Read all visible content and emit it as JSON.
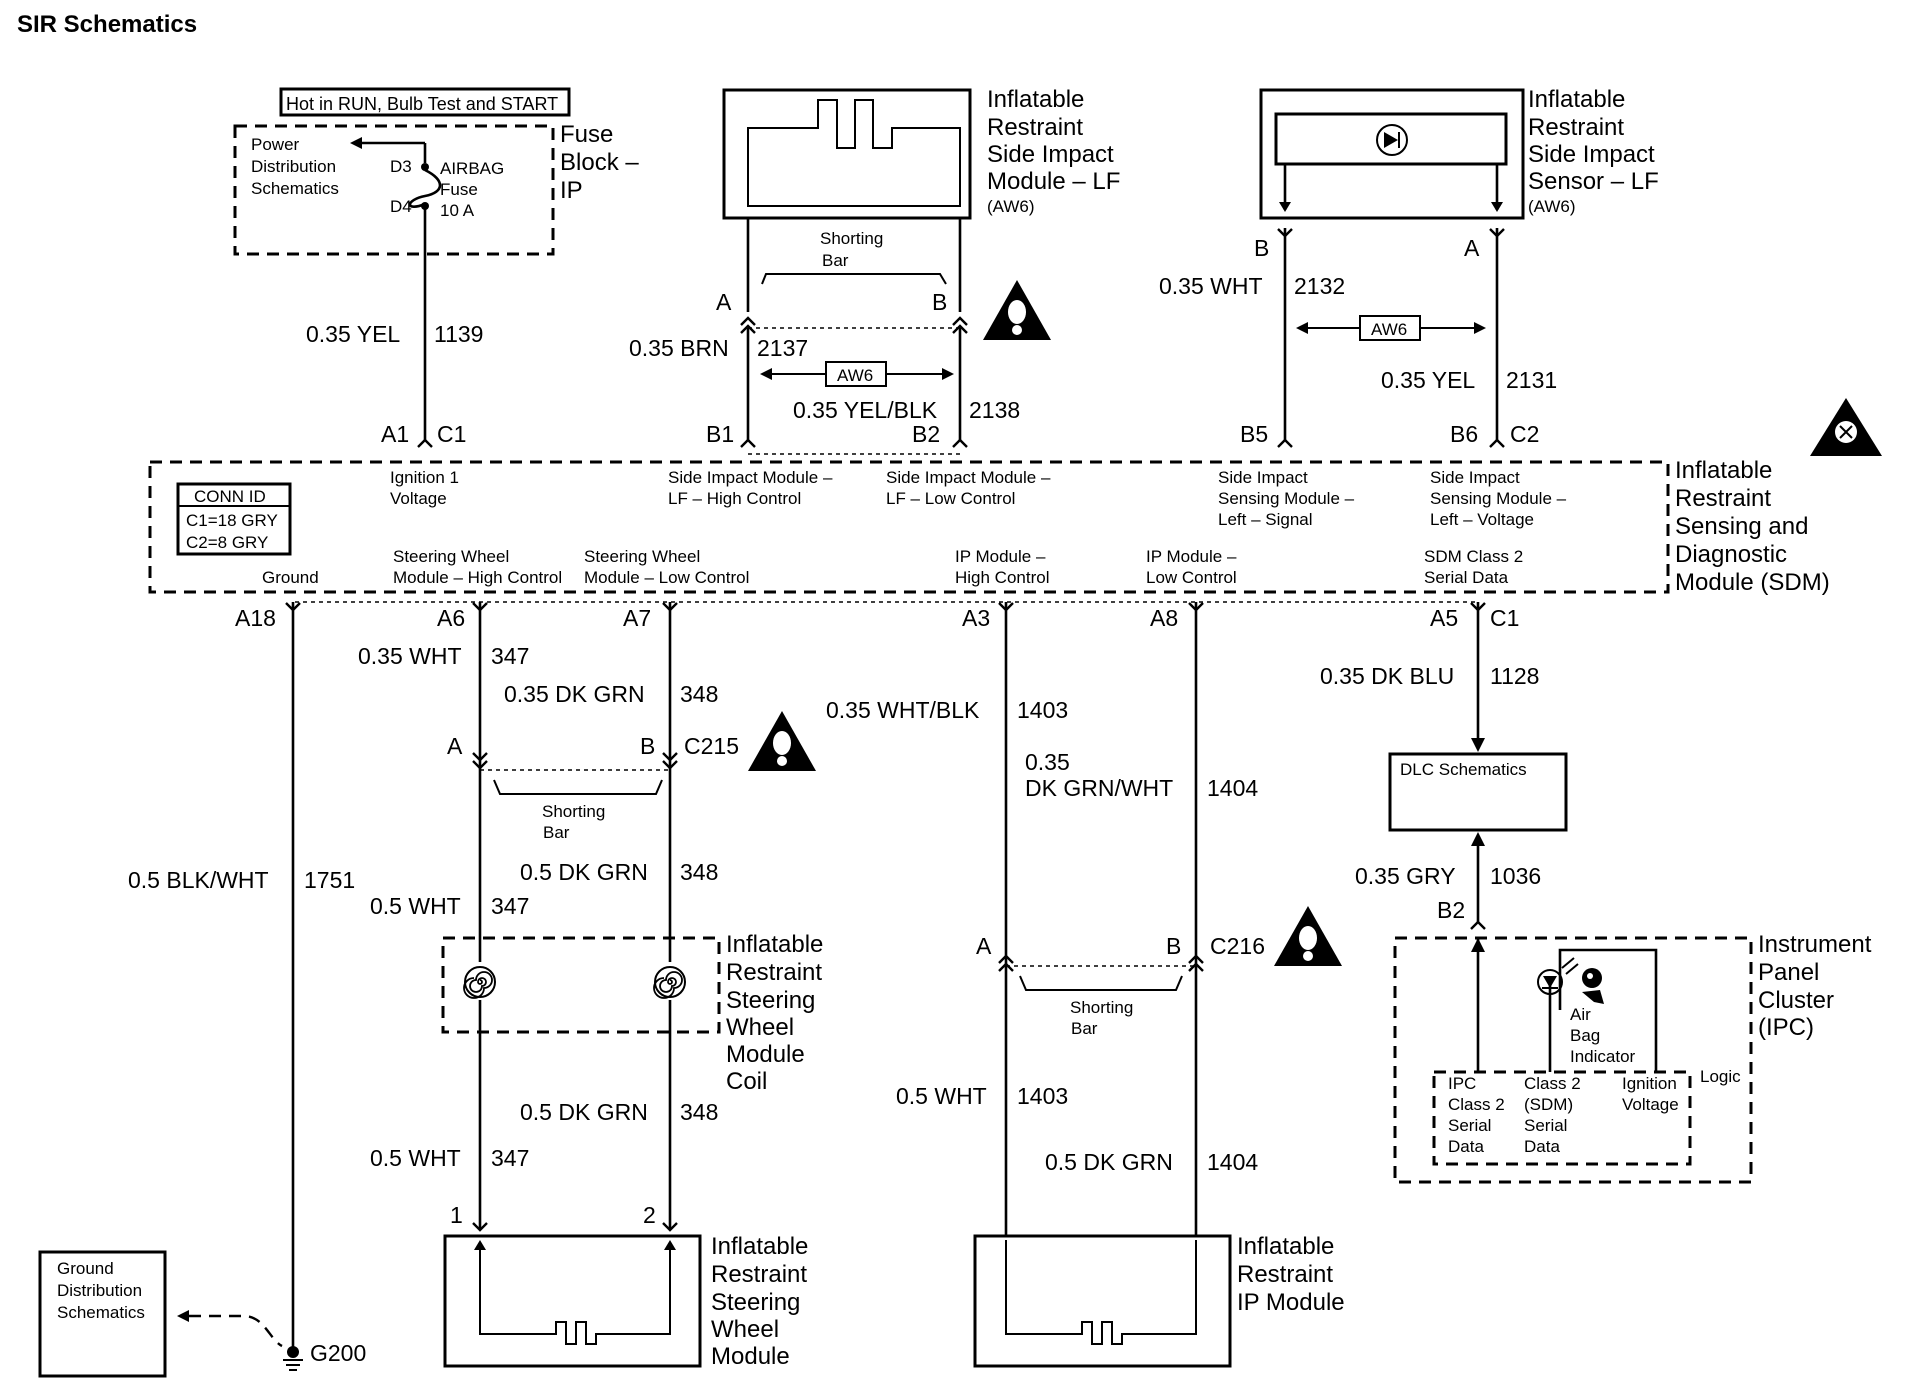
{
  "page": {
    "title": "SIR Schematics"
  },
  "fuse": {
    "hot_label": "Hot in RUN, Bulb Test and START",
    "power_dist": [
      "Power",
      "Distribution",
      "Schematics"
    ],
    "pin_in": "D3",
    "pin_out": "D4",
    "fuse_text": [
      "AIRBAG",
      "Fuse",
      "10 A"
    ],
    "block_name": [
      "Fuse",
      "Block –",
      "IP"
    ]
  },
  "wires": {
    "w1139": {
      "gauge": "0.35 YEL",
      "circuit": "1139"
    },
    "w2137": {
      "gauge": "0.35 BRN",
      "circuit": "2137"
    },
    "w2138": {
      "gauge": "0.35 YEL/BLK",
      "circuit": "2138"
    },
    "w2132": {
      "gauge": "0.35 WHT",
      "circuit": "2132"
    },
    "w2131": {
      "gauge": "0.35 YEL",
      "circuit": "2131"
    },
    "w347a": {
      "gauge": "0.35 WHT",
      "circuit": "347"
    },
    "w348a": {
      "gauge": "0.35 DK GRN",
      "circuit": "348"
    },
    "w1403a": {
      "gauge": "0.35 WHT/BLK",
      "circuit": "1403"
    },
    "w1404a": {
      "gauge_line1": "0.35",
      "gauge_line2": "DK GRN/WHT",
      "circuit": "1404"
    },
    "w1128": {
      "gauge": "0.35 DK BLU",
      "circuit": "1128"
    },
    "w1751": {
      "gauge": "0.5 BLK/WHT",
      "circuit": "1751"
    },
    "w348b": {
      "gauge": "0.5 DK GRN",
      "circuit": "348"
    },
    "w347b": {
      "gauge": "0.5 WHT",
      "circuit": "347"
    },
    "w1036": {
      "gauge": "0.35 GRY",
      "circuit": "1036"
    },
    "w348c": {
      "gauge": "0.5 DK GRN",
      "circuit": "348"
    },
    "w347c": {
      "gauge": "0.5 WHT",
      "circuit": "347"
    },
    "w1403b": {
      "gauge": "0.5 WHT",
      "circuit": "1403"
    },
    "w1404b": {
      "gauge": "0.5 DK GRN",
      "circuit": "1404"
    }
  },
  "side_module": {
    "name": [
      "Inflatable",
      "Restraint",
      "Side Impact",
      "Module – LF"
    ],
    "option": "(AW6)",
    "shorting_bar": [
      "Shorting",
      "Bar"
    ],
    "pin_a": "A",
    "pin_b": "B",
    "aw6": "AW6"
  },
  "side_sensor": {
    "name": [
      "Inflatable",
      "Restraint",
      "Side Impact",
      "Sensor – LF"
    ],
    "option": "(AW6)",
    "pin_b": "B",
    "pin_a": "A",
    "aw6": "AW6"
  },
  "sdm": {
    "name": [
      "Inflatable",
      "Restraint",
      "Sensing and",
      "Diagnostic",
      "Module (SDM)"
    ],
    "conn_id": [
      "CONN ID",
      "C1=18 GRY",
      "C2=8 GRY"
    ],
    "top_pins": {
      "a1": "A1",
      "c1": "C1",
      "b1": "B1",
      "b2": "B2",
      "b5": "B5",
      "b6": "B6",
      "c2": "C2"
    },
    "bottom_pins": {
      "a18": "A18",
      "a6": "A6",
      "a7": "A7",
      "a3": "A3",
      "a8": "A8",
      "a5": "A5",
      "c1": "C1"
    },
    "labels_top": {
      "ignition": [
        "Ignition 1",
        "Voltage"
      ],
      "side_high": [
        "Side Impact Module –",
        "LF – High Control"
      ],
      "side_low": [
        "Side Impact Module –",
        "LF – Low Control"
      ],
      "sense_signal": [
        "Side Impact",
        "Sensing Module –",
        "Left – Signal"
      ],
      "sense_voltage": [
        "Side Impact",
        "Sensing Module –",
        "Left – Voltage"
      ]
    },
    "labels_bottom": {
      "ground": "Ground",
      "sw_high": [
        "Steering Wheel",
        "Module – High Control"
      ],
      "sw_low": [
        "Steering Wheel",
        "Module – Low Control"
      ],
      "ip_high": [
        "IP Module –",
        "High Control"
      ],
      "ip_low": [
        "IP Module –",
        "Low Control"
      ],
      "class2": [
        "SDM Class 2",
        "Serial Data"
      ]
    }
  },
  "c215": {
    "name": "C215",
    "pin_a": "A",
    "pin_b": "B",
    "shorting_bar": [
      "Shorting",
      "Bar"
    ]
  },
  "c216": {
    "name": "C216",
    "pin_a": "A",
    "pin_b": "B",
    "shorting_bar": [
      "Shorting",
      "Bar"
    ]
  },
  "coil": {
    "name": [
      "Inflatable",
      "Restraint",
      "Steering",
      "Wheel",
      "Module",
      "Coil"
    ]
  },
  "sw_module": {
    "name": [
      "Inflatable",
      "Restraint",
      "Steering",
      "Wheel",
      "Module"
    ],
    "pin_1": "1",
    "pin_2": "2"
  },
  "ip_module": {
    "name": [
      "Inflatable",
      "Restraint",
      "IP Module"
    ]
  },
  "dlc": {
    "name": "DLC Schematics"
  },
  "ipc": {
    "name": [
      "Instrument",
      "Panel",
      "Cluster",
      "(IPC)"
    ],
    "pin": "B2",
    "indicator": [
      "Air",
      "Bag",
      "Indicator"
    ],
    "logic": "Logic",
    "ipc_class2": [
      "IPC",
      "Class 2",
      "Serial",
      "Data"
    ],
    "sdm_class2": [
      "Class 2",
      "(SDM)",
      "Serial",
      "Data"
    ],
    "ignition": [
      "Ignition",
      "Voltage"
    ]
  },
  "ground": {
    "dist": [
      "Ground",
      "Distribution",
      "Schematics"
    ],
    "g200": "G200"
  },
  "symbols": {
    "warning": "warning-triangle-icon",
    "esd": "esd-sensitive-icon",
    "led": "indicator-lamp-icon",
    "coil": "clockspring-coil-icon"
  }
}
